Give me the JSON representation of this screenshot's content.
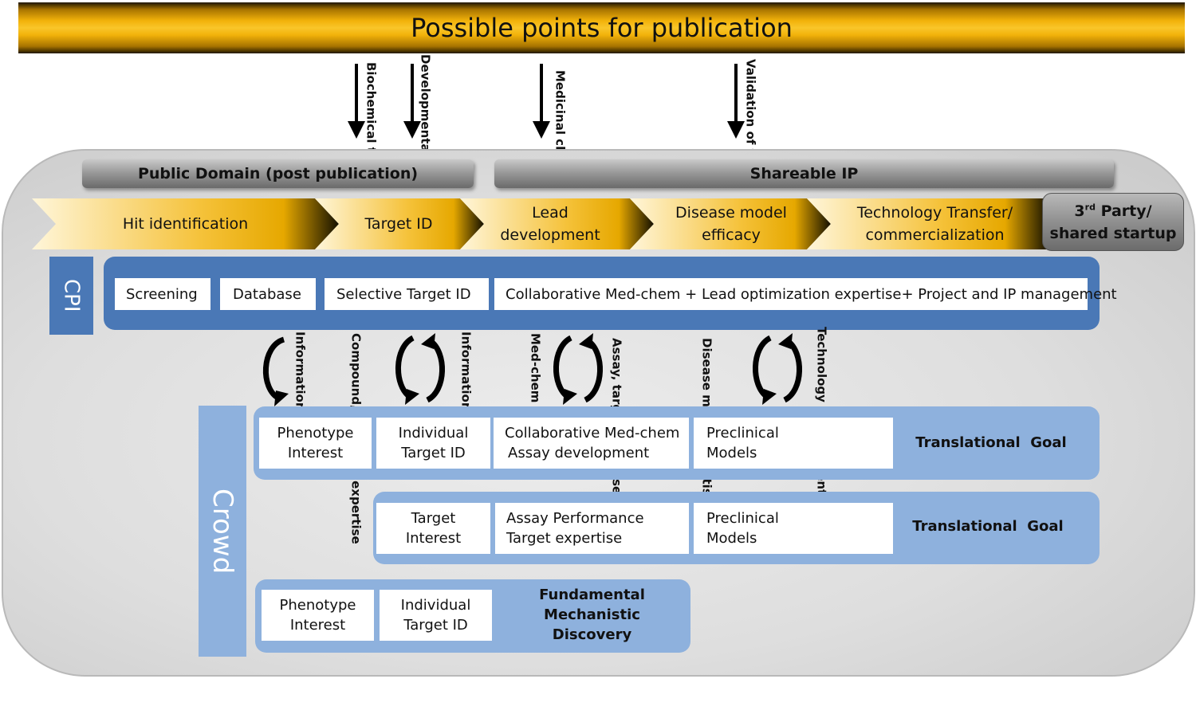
{
  "banner": {
    "title": "Possible points for publication"
  },
  "publication_points": [
    {
      "label": "Biochemical target"
    },
    {
      "label": "Developmental mechanism"
    },
    {
      "label": "Medicinal chemistry"
    },
    {
      "label": "Validation of therapeutic target"
    }
  ],
  "domains": {
    "public": "Public Domain (post publication)",
    "shareable": "Shareable IP"
  },
  "stages": [
    {
      "line1": "Hit identification",
      "line2": ""
    },
    {
      "line1": "Target ID",
      "line2": ""
    },
    {
      "line1": "Lead",
      "line2": "development"
    },
    {
      "line1": "Disease model",
      "line2": "efficacy"
    },
    {
      "line1": "Technology Transfer/",
      "line2": "commercialization"
    }
  ],
  "third_party": {
    "line1_prefix": "3",
    "line1_sup": "rd",
    "line1_suffix": " Party/",
    "line2": "shared startup"
  },
  "cpi": {
    "label": "CPI",
    "items": [
      "Screening",
      "Database",
      "Selective Target ID",
      "Collaborative Med-chem + Lead optimization expertise+ Project and IP management"
    ]
  },
  "exchanges": [
    {
      "left": "",
      "right": "Information"
    },
    {
      "left": "Compound, Chem bio expertise",
      "right": "Information"
    },
    {
      "left": "Med-chem",
      "right": "Assay, target expertise"
    },
    {
      "left": "Disease model expertise",
      "right": "Technology management expertise"
    }
  ],
  "crowd": {
    "label": "Crowd",
    "rows": [
      {
        "cells": [
          {
            "line1": "Phenotype",
            "line2": "Interest"
          },
          {
            "line1": "Individual",
            "line2": "Target ID"
          },
          {
            "line1": "Collaborative Med-chem",
            "line2": "Assay development"
          },
          {
            "line1": "Preclinical",
            "line2": "Models"
          }
        ],
        "goal": "Translational  Goal"
      },
      {
        "cells": [
          {
            "line1": "Target",
            "line2": "Interest"
          },
          {
            "line1": "Assay Performance",
            "line2": "Target expertise"
          },
          {
            "line1": "Preclinical",
            "line2": "Models"
          }
        ],
        "goal": "Translational  Goal"
      },
      {
        "cells": [
          {
            "line1": "Phenotype",
            "line2": "Interest"
          },
          {
            "line1": "Individual",
            "line2": "Target ID"
          }
        ],
        "goal_lines": [
          "Fundamental",
          "Mechanistic",
          "Discovery"
        ]
      }
    ]
  },
  "colors": {
    "banner_gold": "#f9c62a",
    "cpi_blue": "#4a78b6",
    "crowd_blue": "#8eb1dd",
    "grey_header": "#9a9a9a"
  }
}
